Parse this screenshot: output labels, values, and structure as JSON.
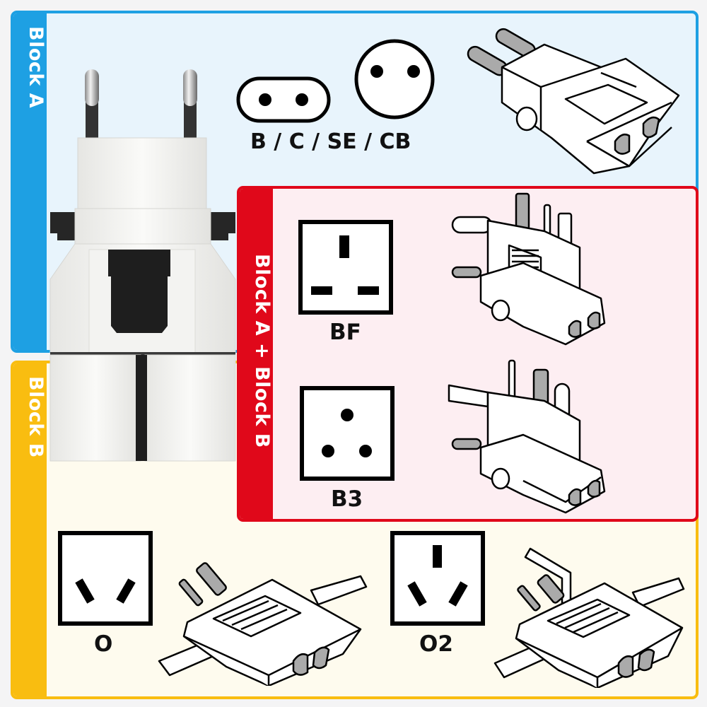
{
  "panels": {
    "block_a": {
      "label": "Block A",
      "color": "#1ea0e3",
      "background": "#e8f4fc"
    },
    "block_ab": {
      "label": "Block A + Block B",
      "color": "#e0081a",
      "background": "#fdeef2"
    },
    "block_b": {
      "label": "Block B",
      "color": "#f9bd10",
      "background": "#fefbee"
    }
  },
  "sockets": [
    {
      "id": "b-c-se-cb",
      "label": "B  /  C / SE / CB",
      "panel": "block_a",
      "icon": "europlug-socket-icons"
    },
    {
      "id": "bf",
      "label": "BF",
      "panel": "block_ab",
      "icon": "uk-socket-icon"
    },
    {
      "id": "b3",
      "label": "B3",
      "panel": "block_ab",
      "icon": "round-three-pin-socket-icon"
    },
    {
      "id": "o",
      "label": "O",
      "panel": "block_b",
      "icon": "angled-two-pin-socket-icon"
    },
    {
      "id": "o2",
      "label": "O2",
      "panel": "block_b",
      "icon": "angled-three-pin-socket-icon"
    }
  ],
  "illustrations": [
    "euro-adapter-illustration",
    "uk-adapter-illustration",
    "south-africa-adapter-illustration",
    "australia-two-pin-adapter-illustration",
    "australia-three-pin-adapter-illustration"
  ],
  "photo": "travel-adapter-photo"
}
